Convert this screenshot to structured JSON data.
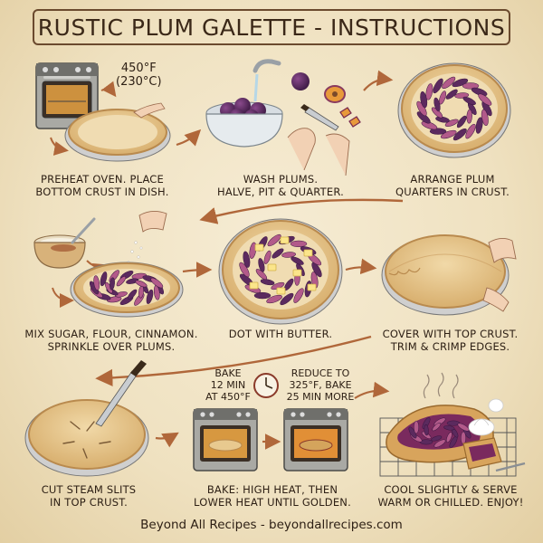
{
  "title": "RUSTIC PLUM GALETTE - INSTRUCTIONS",
  "steps": [
    {
      "line1": "PREHEAT OVEN. PLACE",
      "line2": "BOTTOM CRUST IN DISH.",
      "temp_f": "450°F",
      "temp_c": "(230°C)"
    },
    {
      "line1": "WASH PLUMS.",
      "line2": "HALVE, PIT & QUARTER."
    },
    {
      "line1": "ARRANGE PLUM",
      "line2": "QUARTERS IN CRUST."
    },
    {
      "line1": "MIX SUGAR, FLOUR, CINNAMON.",
      "line2": "SPRINKLE OVER PLUMS."
    },
    {
      "line1": "DOT WITH BUTTER."
    },
    {
      "line1": "COVER WITH TOP CRUST.",
      "line2": "TRIM & CRIMP EDGES."
    },
    {
      "line1": "CUT STEAM SLITS",
      "line2": "IN TOP CRUST."
    },
    {
      "line1": "BAKE: HIGH HEAT, THEN",
      "line2": "LOWER HEAT UNTIL GOLDEN.",
      "bake_note": [
        "BAKE",
        "12 MIN",
        "AT 450°F"
      ],
      "reduce_note": [
        "REDUCE TO",
        "325°F, BAKE",
        "25 MIN MORE"
      ]
    },
    {
      "line1": "COOL SLIGHTLY & SERVE",
      "line2": "WARM OR CHILLED. ENJOY!"
    }
  ],
  "footer": "Beyond All Recipes - beyondallrecipes.com",
  "colors": {
    "plum": "#5b2a5e",
    "plum_light": "#b25a8a",
    "crust": "#e8c98f",
    "crust_dark": "#b98a4e",
    "ink": "#3a2a1a"
  }
}
